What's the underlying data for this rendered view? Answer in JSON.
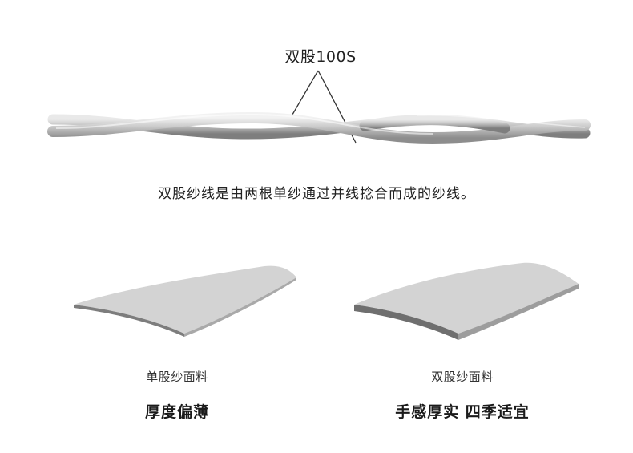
{
  "yarn": {
    "title": "双股100S",
    "caption": "双股纱线是由两根单纱通过并线捻合而成的纱线。"
  },
  "fabrics": {
    "single": {
      "label": "单股纱面料",
      "tagline": "厚度偏薄"
    },
    "double": {
      "label": "双股纱面料",
      "tagline": "手感厚实 四季适宜"
    }
  },
  "colors": {
    "yarn_light": "#e2e2e2",
    "yarn_mid": "#b8b8b8",
    "yarn_dark": "#8a8a8a",
    "fabric_top": "#d6d6d6",
    "fabric_edge": "#7a7a7a"
  }
}
